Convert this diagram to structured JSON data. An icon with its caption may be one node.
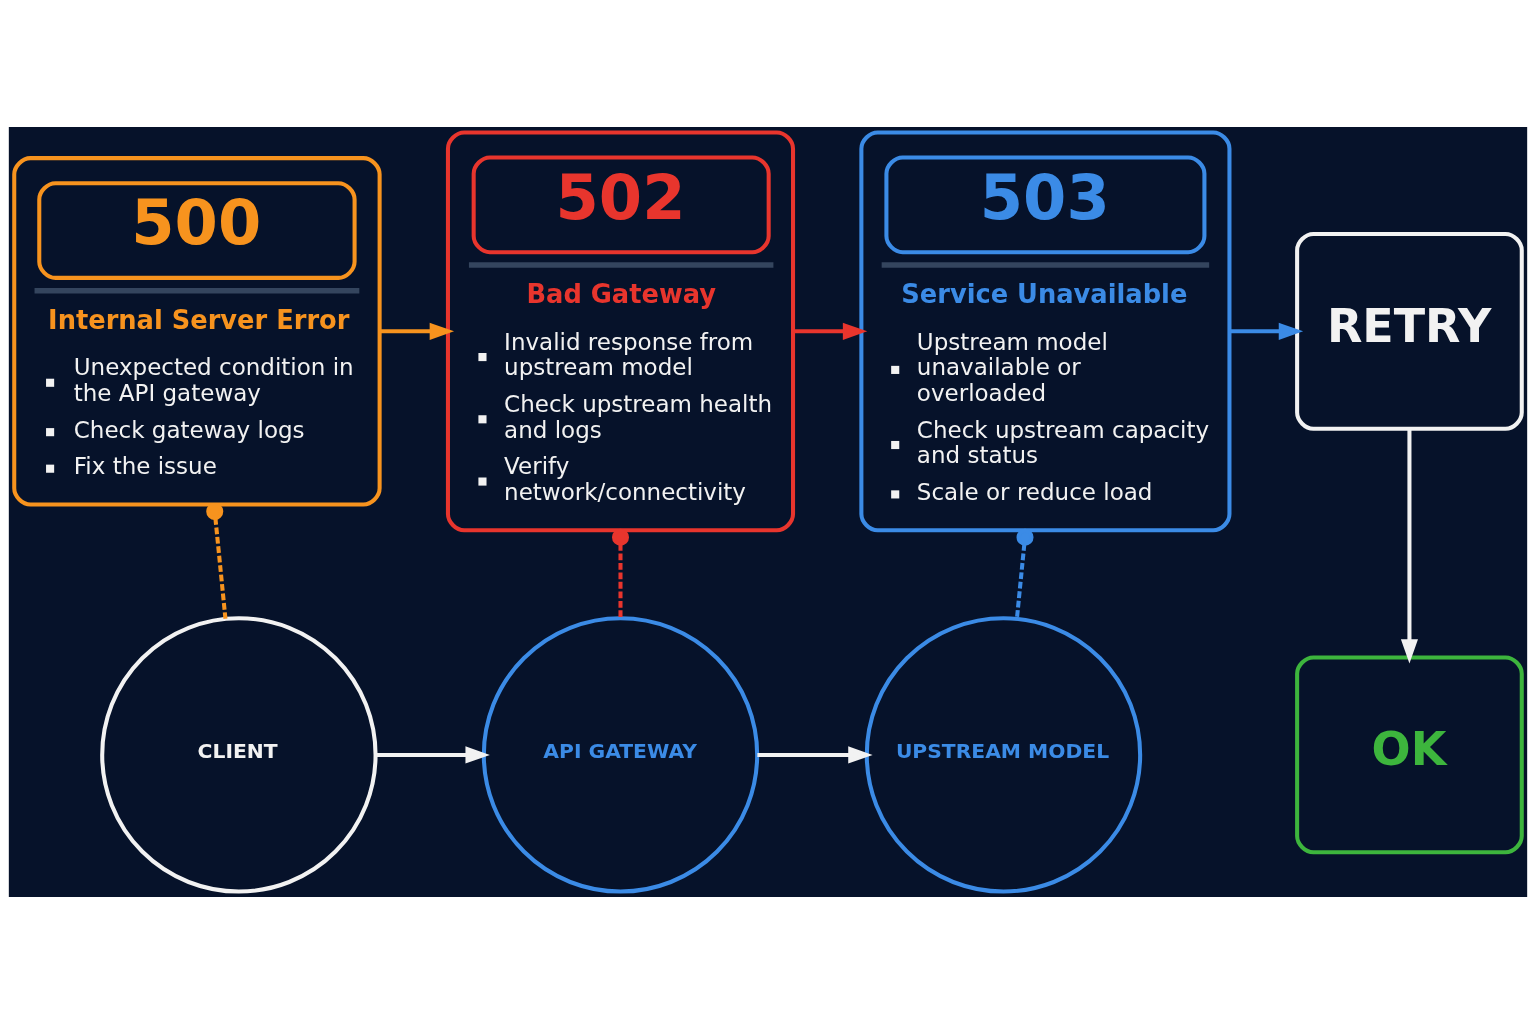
{
  "diagram": {
    "nodes": [
      {
        "text": [
          "500",
          "Internal Server Error",
          "Unexpected condition in the API gateway",
          "Check gateway logs",
          "Fix the issue"
        ]
      },
      {
        "text": [
          "502",
          "Bad Gateway",
          "Invalid response from upstream model",
          "Check upstream health and logs",
          "Verify network/connectivity"
        ]
      },
      {
        "text": [
          "503",
          "Service Unavailable",
          "Upstream model unavailable or overloaded",
          "Check upstream capacity and status",
          "Scale or reduce load"
        ]
      },
      {
        "text": [
          "RETRY"
        ]
      },
      {
        "text": [
          "OK"
        ]
      },
      {
        "text": [
          "CLIENT"
        ]
      },
      {
        "text": [
          "API GATEWAY"
        ]
      },
      {
        "text": [
          "UPSTREAM MODEL"
        ]
      }
    ],
    "edges": [
      {
        "from": 0,
        "to": 1,
        "arrow": "to",
        "color": "#f7931e"
      },
      {
        "from": 1,
        "to": 2,
        "arrow": "to",
        "color": "#e8352d"
      },
      {
        "from": 2,
        "to": 3,
        "arrow": "to",
        "color": "#3b8be6"
      },
      {
        "from": 3,
        "to": 4,
        "arrow": "to",
        "color": "#f2f2f2"
      },
      {
        "from": 0,
        "to": 5,
        "arrow": "other",
        "style": "dashed",
        "color": "#f7931e"
      },
      {
        "from": 1,
        "to": 6,
        "arrow": "other",
        "style": "dashed",
        "color": "#e8352d"
      },
      {
        "from": 2,
        "to": 7,
        "arrow": "other",
        "style": "dashed",
        "color": "#3b8be6"
      },
      {
        "from": 5,
        "to": 6,
        "arrow": "to",
        "color": "#f2f2f2"
      },
      {
        "from": 6,
        "to": 7,
        "arrow": "to",
        "color": "#f2f2f2"
      }
    ]
  }
}
